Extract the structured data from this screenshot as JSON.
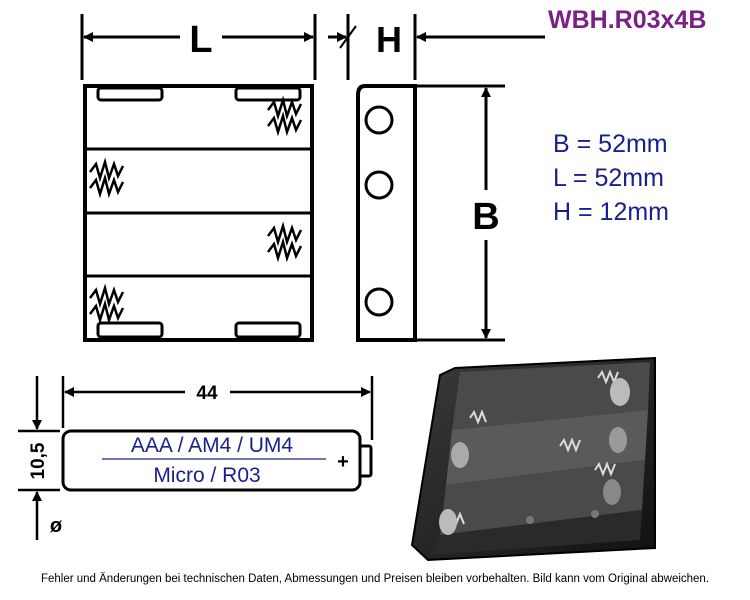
{
  "product_code": "WBH.R03x4B",
  "specs": [
    "B = 52mm",
    "L = 52mm",
    "H = 12mm"
  ],
  "dimension_labels": {
    "length": "L",
    "height": "H",
    "width": "B"
  },
  "battery": {
    "length_label": "44",
    "diameter_label": "10,5",
    "diameter_symbol": "ø",
    "type_line1": "AAA / AM4 / UM4",
    "type_line2": "Micro / R03",
    "polarity": "+"
  },
  "footer": "Fehler und Änderungen bei technischen Daten, Abmessungen und Preisen bleiben vorbehalten. Bild kann vom Original abweichen.",
  "colors": {
    "title": "#7b1f86",
    "specs": "#1a1f8c",
    "battery_text": "#1a1f8c",
    "line": "#000000"
  }
}
